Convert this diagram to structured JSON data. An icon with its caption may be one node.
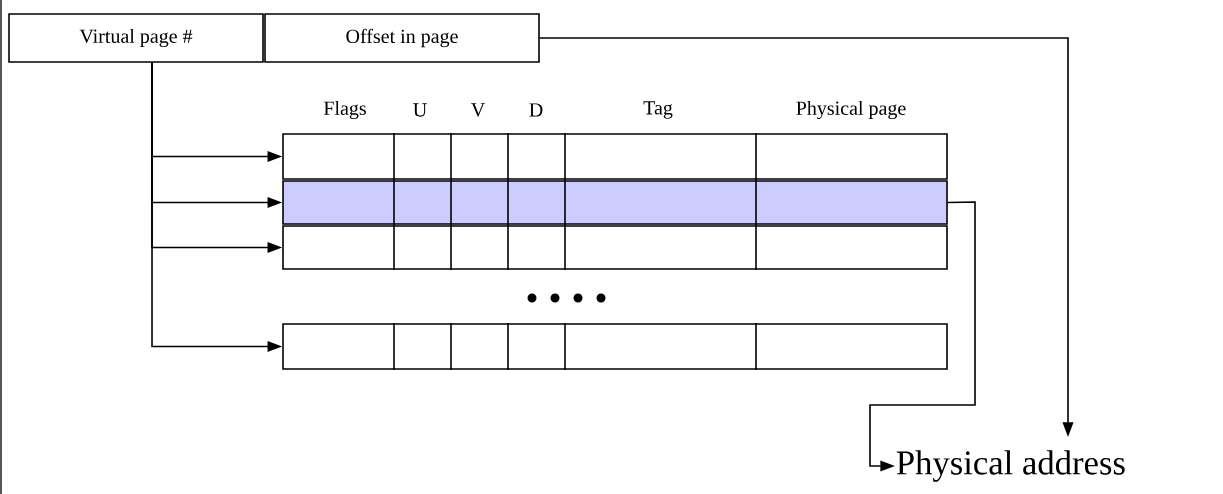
{
  "diagram": {
    "nodes": [
      {
        "text": [
          "Virtual page #"
        ]
      },
      {
        "text": [
          "Offset in page"
        ]
      },
      {
        "text": [],
        "shape": "box"
      },
      {
        "text": [],
        "shape": "box"
      },
      {
        "text": [],
        "shape": "box"
      },
      {
        "text": [],
        "shape": "box"
      },
      {
        "text": [
          "Physical address"
        ]
      }
    ],
    "edges": [
      {
        "from": 0,
        "to": 2,
        "arrow": "to"
      },
      {
        "from": 0,
        "to": 3,
        "arrow": "to"
      },
      {
        "from": 0,
        "to": 4,
        "arrow": "to"
      },
      {
        "from": 0,
        "to": 5,
        "arrow": "to"
      },
      {
        "from": 1,
        "to": 6,
        "arrow": "to"
      },
      {
        "from": 3,
        "to": 6,
        "arrow": "to"
      }
    ],
    "labels": [
      "Flags",
      "U",
      "V",
      "D",
      "Tag",
      "Physical page"
    ]
  }
}
